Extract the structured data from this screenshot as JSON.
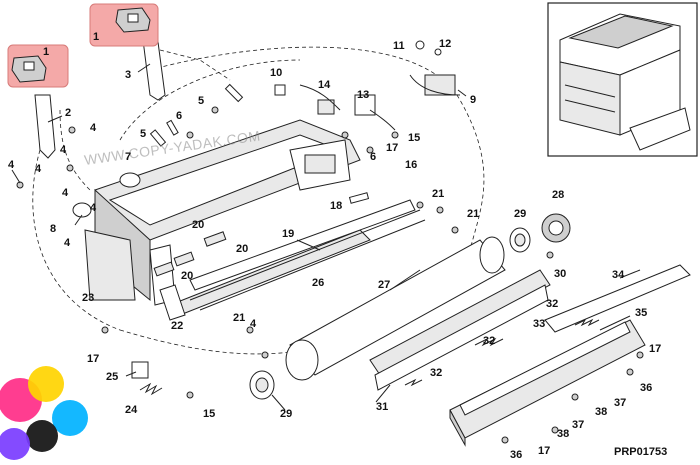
{
  "diagram": {
    "drawing_code": "PRP01753",
    "watermark": "WWW.COPY-YADAK.COM",
    "highlight_color": "#f4a9a8",
    "callouts": [
      "1",
      "1",
      "2",
      "3",
      "4",
      "4",
      "4",
      "4",
      "4",
      "4",
      "4",
      "4",
      "5",
      "5",
      "6",
      "6",
      "7",
      "8",
      "9",
      "10",
      "11",
      "12",
      "13",
      "14",
      "15",
      "15",
      "16",
      "17",
      "17",
      "17",
      "17",
      "18",
      "19",
      "20",
      "20",
      "20",
      "21",
      "21",
      "21",
      "22",
      "23",
      "24",
      "25",
      "26",
      "27",
      "28",
      "29",
      "29",
      "30",
      "31",
      "32",
      "32",
      "32",
      "33",
      "34",
      "35",
      "36",
      "36",
      "37",
      "37",
      "38",
      "38"
    ]
  },
  "inset": {
    "icon": "copier-machine-icon"
  },
  "brand": {
    "colors": [
      "#ff2d87",
      "#ffd400",
      "#00b2ff",
      "#111111",
      "#7a3cff"
    ]
  }
}
